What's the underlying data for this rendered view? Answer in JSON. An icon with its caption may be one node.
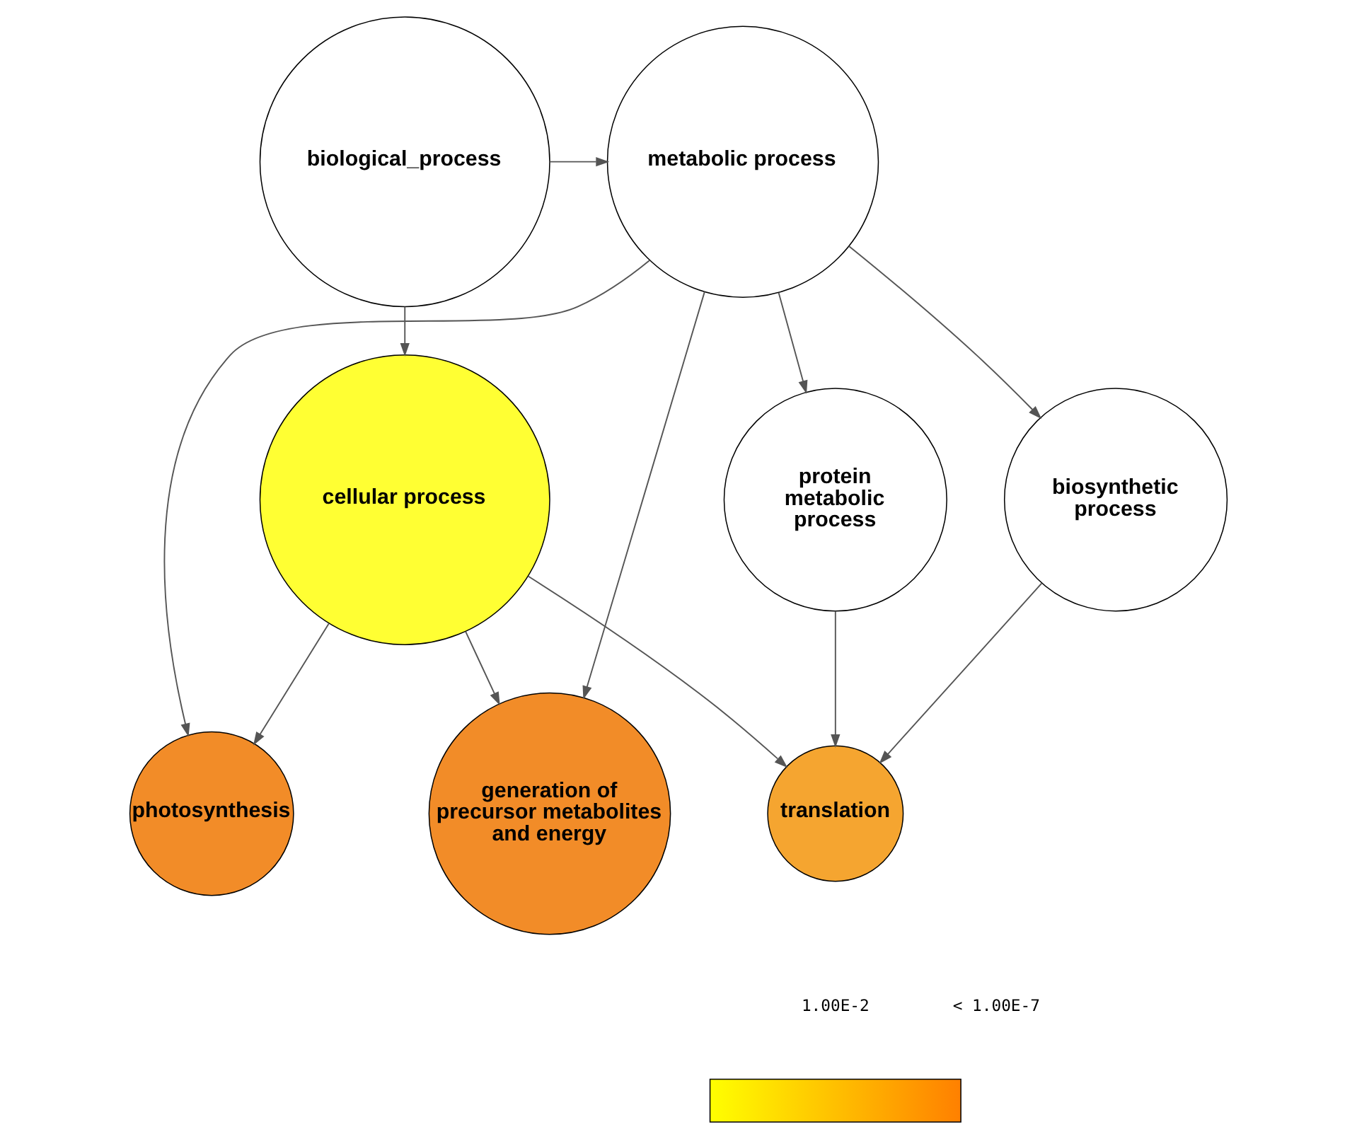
{
  "diagram": {
    "nodes": [
      {
        "text": [
          "biological_process"
        ]
      },
      {
        "text": [
          "metabolic process"
        ]
      },
      {
        "text": [
          "photosynthesis"
        ]
      },
      {
        "text": [
          "generation of precursor metabolites and energy"
        ]
      },
      {
        "text": [
          "cellular process"
        ]
      },
      {
        "text": [
          "protein metabolic process"
        ]
      },
      {
        "text": [
          "biosynthetic process"
        ]
      },
      {
        "text": [
          "translation"
        ]
      },
      {
        "text": [],
        "shape": "bar"
      }
    ],
    "edges": [
      {
        "from": 0,
        "to": 1,
        "arrow": "to"
      },
      {
        "from": 0,
        "to": 4,
        "arrow": "to"
      },
      {
        "from": 1,
        "to": 2,
        "arrow": "to"
      },
      {
        "from": 1,
        "to": 3,
        "arrow": "to"
      },
      {
        "from": 1,
        "to": 5,
        "arrow": "to"
      },
      {
        "from": 1,
        "to": 6,
        "arrow": "to"
      },
      {
        "from": 4,
        "to": 2,
        "arrow": "to"
      },
      {
        "from": 4,
        "to": 3,
        "arrow": "to"
      },
      {
        "from": 4,
        "to": 7,
        "arrow": "to"
      },
      {
        "from": 5,
        "to": 7,
        "arrow": "to"
      },
      {
        "from": 6,
        "to": 7,
        "arrow": "to"
      }
    ],
    "labels": [
      "1.00E-2",
      "< 1.00E-7"
    ]
  }
}
